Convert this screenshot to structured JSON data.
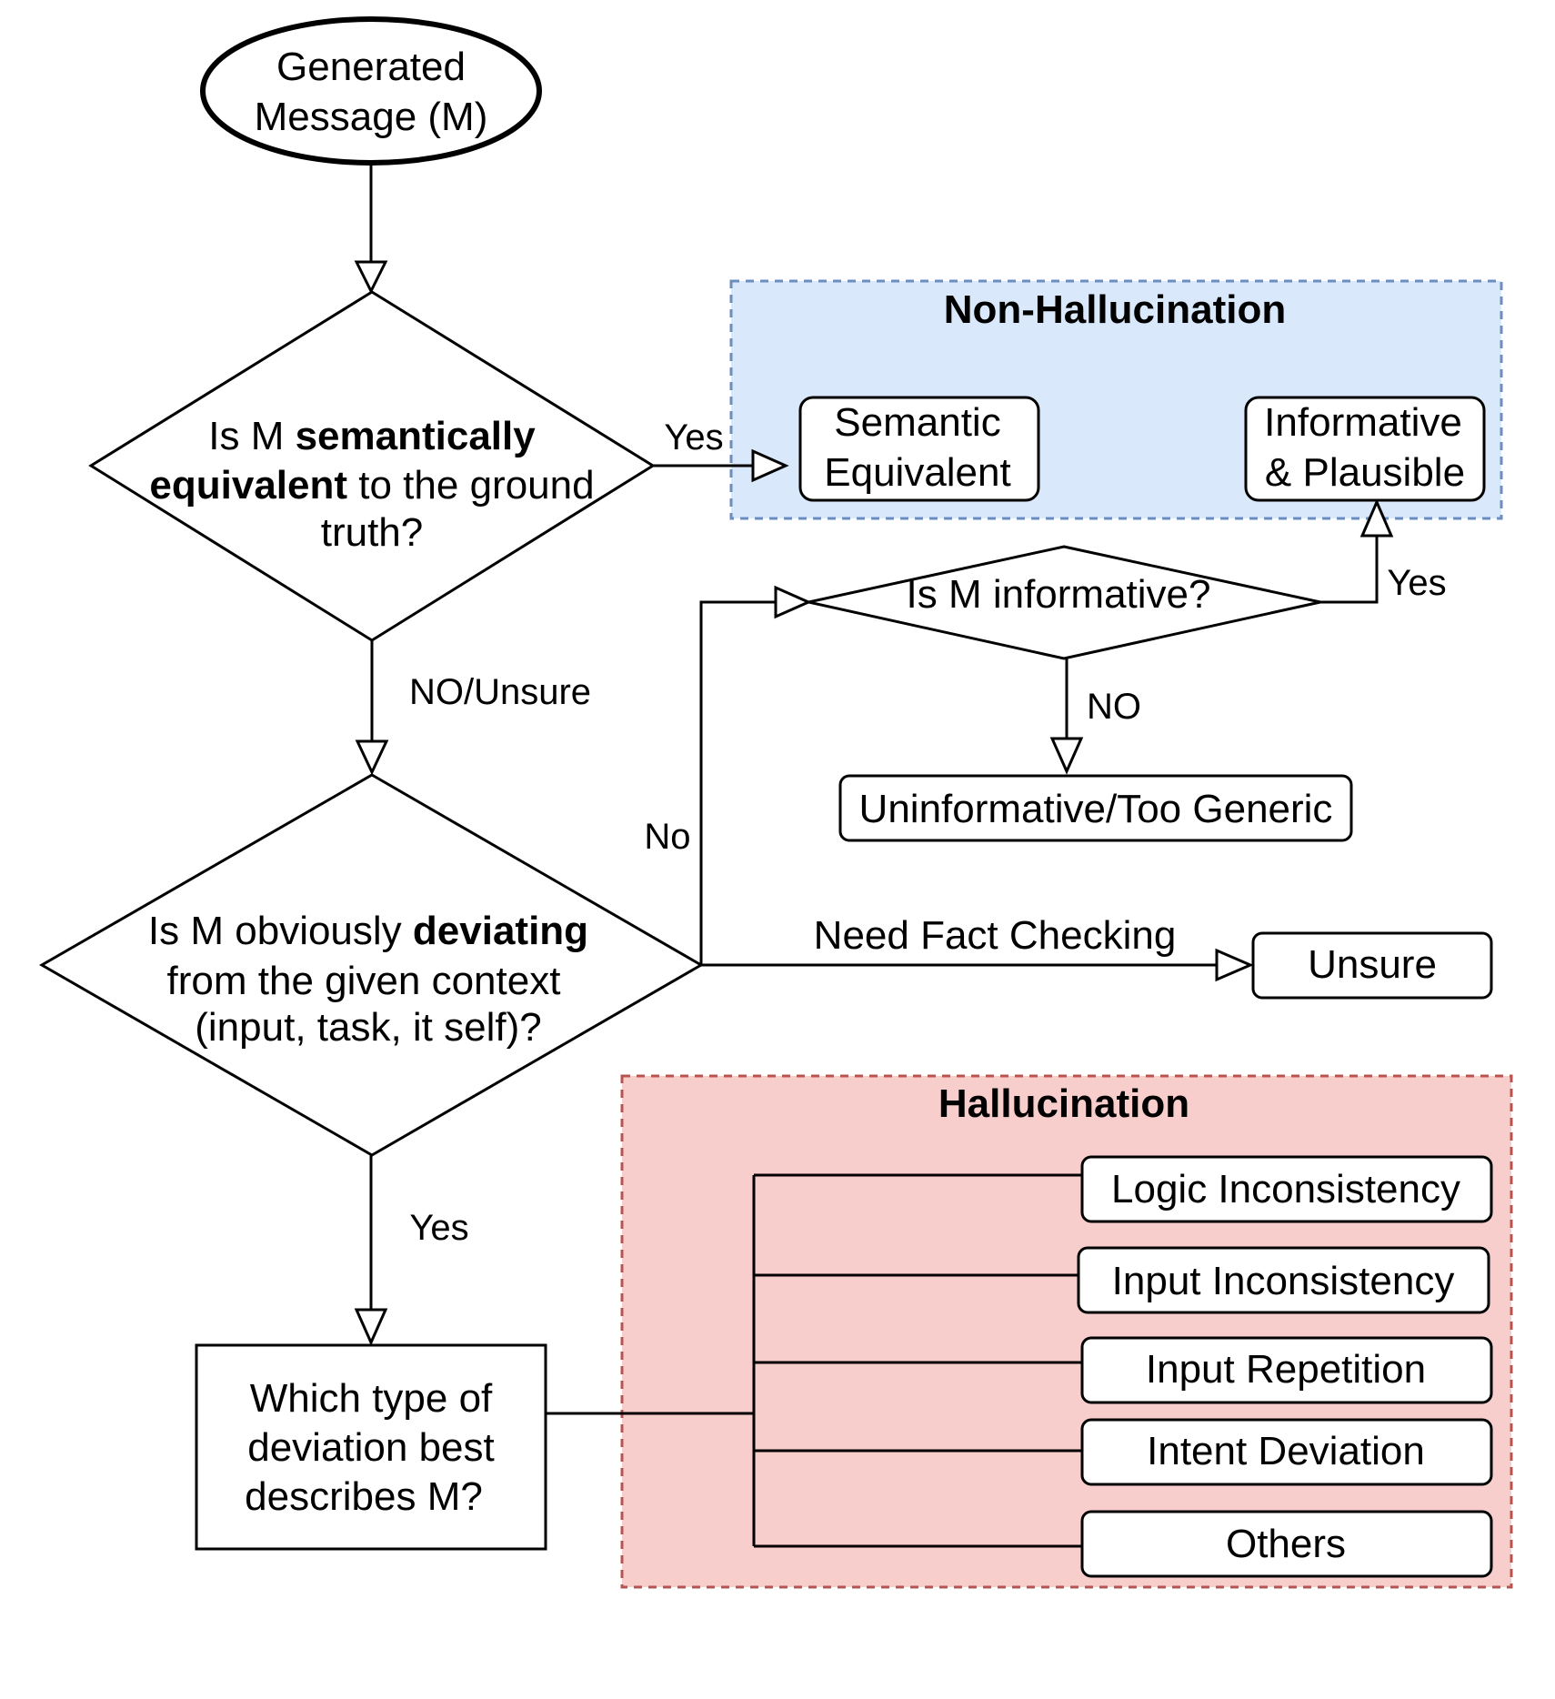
{
  "nodes": {
    "start": {
      "line1": "Generated",
      "line2": "Message (M)"
    },
    "q1": {
      "line1_normal": "Is M ",
      "line1_bold": "semantically",
      "line2_bold": "equivalent",
      "line2_normal": " to the ground",
      "line3": "truth?"
    },
    "q2": {
      "line1_normal": "Is M obviously ",
      "line1_bold": "deviating",
      "line2": "from the given context",
      "line3": "(input, task, it self)?"
    },
    "q3": {
      "text": "Is M informative?"
    },
    "q4": {
      "line1": "Which type of",
      "line2": "deviation best",
      "line3": "describes M?"
    },
    "semantic_equivalent": {
      "line1": "Semantic",
      "line2": "Equivalent"
    },
    "informative_plausible": {
      "line1": "Informative",
      "line2": "& Plausible"
    },
    "uninformative": {
      "text": "Uninformative/Too Generic"
    },
    "unsure": {
      "text": "Unsure"
    }
  },
  "groups": {
    "non_hallucination": {
      "title": "Non-Hallucination",
      "fill": "#dae8fc",
      "stroke": "#6c8ebf"
    },
    "hallucination": {
      "title": "Hallucination",
      "fill": "#f8cecc",
      "stroke": "#b85450"
    }
  },
  "hallucination_types": [
    "Logic Inconsistency",
    "Input Inconsistency",
    "Input Repetition",
    "Intent Deviation",
    "Others"
  ],
  "edge_labels": {
    "q1_yes": "Yes",
    "q1_no": "NO/Unsure",
    "q2_no": "No",
    "q2_fact": "Need Fact Checking",
    "q2_yes": "Yes",
    "q3_yes": "Yes",
    "q3_no": "NO"
  }
}
